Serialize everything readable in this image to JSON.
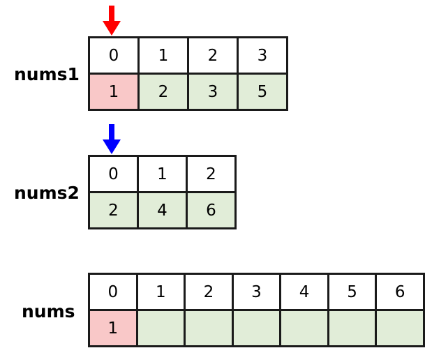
{
  "diagram": {
    "title_hidden": "Merge sorted arrays pointer diagram",
    "colors": {
      "background": "#FFFFFF",
      "border": "#1A1A1A",
      "highlight_pink": "#F9C8C8",
      "fill_green": "#E1EDD8",
      "fill_white": "#FFFFFF",
      "arrow_red": "#FF0000",
      "arrow_blue": "#0000FF",
      "text": "#000000"
    },
    "rows": [
      {
        "key": "nums1",
        "label": "nums1",
        "indices": [
          "0",
          "1",
          "2",
          "3"
        ],
        "values": [
          "1",
          "2",
          "3",
          "5"
        ],
        "value_fills": [
          "pink",
          "green",
          "green",
          "green"
        ],
        "pointer": {
          "present": true,
          "color": "#FF0000",
          "color_name": "red",
          "target_index": "0"
        }
      },
      {
        "key": "nums2",
        "label": "nums2",
        "indices": [
          "0",
          "1",
          "2"
        ],
        "values": [
          "2",
          "4",
          "6"
        ],
        "value_fills": [
          "green",
          "green",
          "green"
        ],
        "pointer": {
          "present": true,
          "color": "#0000FF",
          "color_name": "blue",
          "target_index": "0"
        }
      },
      {
        "key": "nums",
        "label": "nums",
        "indices": [
          "0",
          "1",
          "2",
          "3",
          "4",
          "5",
          "6"
        ],
        "values": [
          "1",
          "",
          "",
          "",
          "",
          "",
          ""
        ],
        "value_fills": [
          "pink",
          "green",
          "green",
          "green",
          "green",
          "green",
          "green"
        ],
        "pointer": {
          "present": false,
          "color": "",
          "color_name": "",
          "target_index": ""
        }
      }
    ]
  }
}
